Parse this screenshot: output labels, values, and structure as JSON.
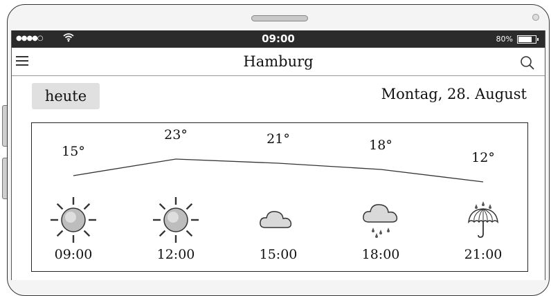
{
  "status_bar": {
    "signal": "●●●●○",
    "time": "09:00",
    "battery_label": "80%",
    "battery_level": 0.8
  },
  "nav": {
    "title": "Hamburg",
    "menu_icon": "hamburger-menu-icon",
    "search_icon": "search-icon"
  },
  "day": {
    "today_label": "heute",
    "date": "Montag, 28. August"
  },
  "chart_data": {
    "type": "line",
    "x": [
      "09:00",
      "12:00",
      "15:00",
      "18:00",
      "21:00"
    ],
    "series": [
      {
        "values": [
          15,
          23,
          21,
          18,
          12
        ]
      }
    ],
    "value_labels": [
      "15°",
      "23°",
      "21°",
      "18°",
      "12°"
    ],
    "conditions": [
      "sunny",
      "sunny",
      "cloudy",
      "rain",
      "rain-umbrella"
    ],
    "icons": [
      "sun-icon",
      "sun-icon",
      "cloud-icon",
      "rain-cloud-icon",
      "umbrella-rain-icon"
    ],
    "ylim": [
      5,
      30
    ],
    "grid": false,
    "legend": "none"
  }
}
